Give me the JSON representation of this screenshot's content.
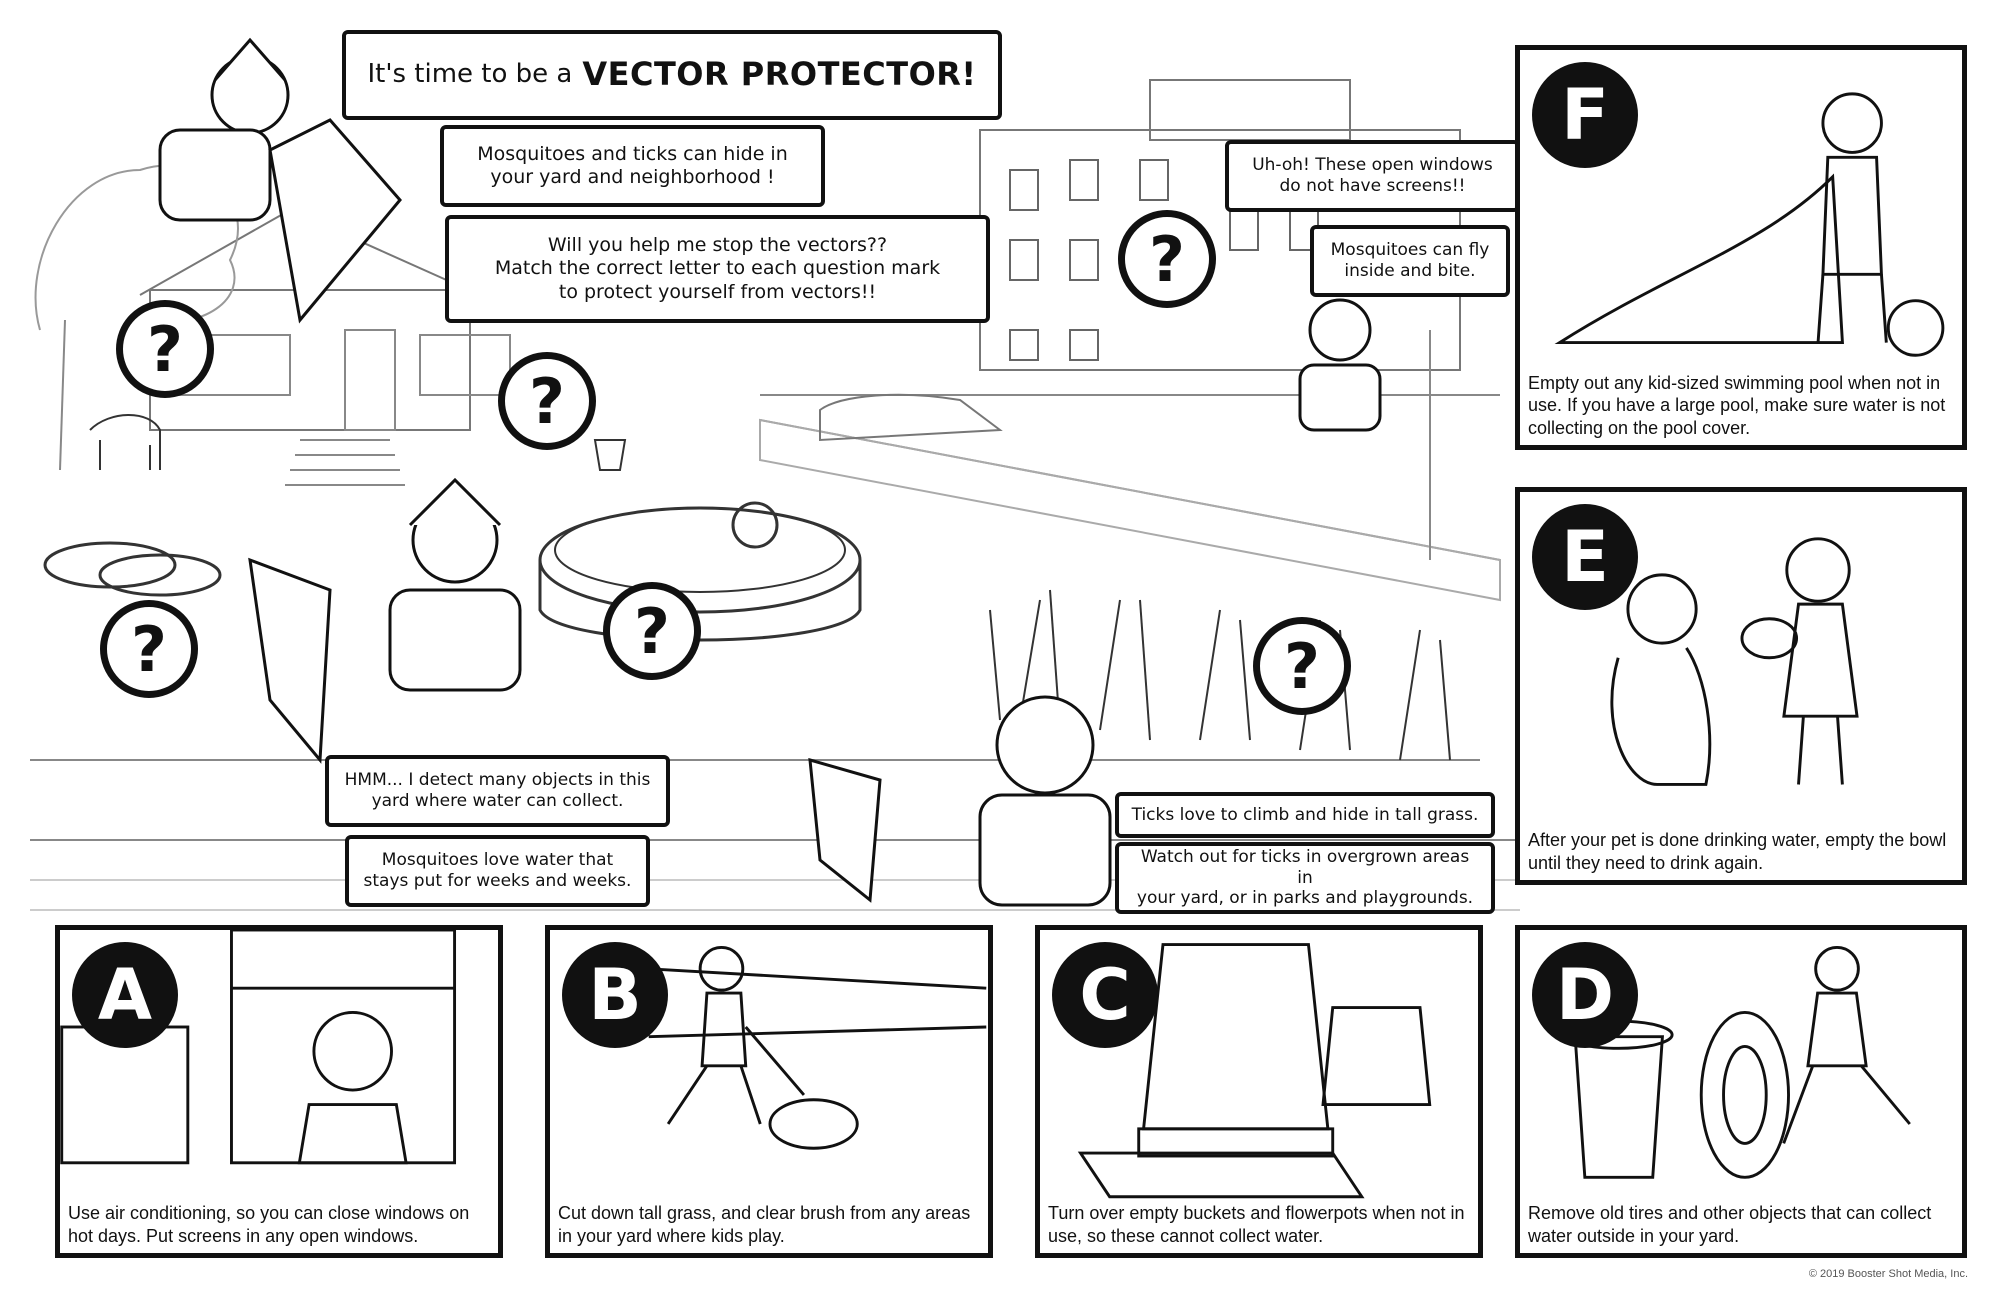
{
  "bubbles": {
    "title_prefix": "It's time to be a",
    "title_big": "VECTOR PROTECTOR!",
    "hide": [
      "Mosquitoes and ticks can hide in",
      "your yard and neighborhood !"
    ],
    "help": [
      "Will you help me stop the vectors??",
      "Match the correct letter to each question mark",
      "to protect yourself from vectors!!"
    ],
    "windows": [
      "Uh-oh! These open windows",
      "do not have screens!!"
    ],
    "fly": [
      "Mosquitoes can fly",
      "inside and bite."
    ],
    "detect": [
      "HMM... I detect many objects in this",
      "yard where water can collect."
    ],
    "stays": [
      "Mosquitoes love water that",
      "stays put for weeks and weeks."
    ],
    "climb": [
      "Ticks love to climb and hide in tall grass."
    ],
    "watch": [
      "Watch out for ticks in overgrown areas in",
      "your yard, or in parks and playgrounds."
    ]
  },
  "question_mark": "?",
  "panels": {
    "A": {
      "letter": "A",
      "caption": "Use air conditioning, so you can close windows on hot days. Put screens in any open windows."
    },
    "B": {
      "letter": "B",
      "caption": "Cut down tall grass, and clear brush from any areas in your yard where kids play."
    },
    "C": {
      "letter": "C",
      "caption": "Turn over empty buckets and flowerpots when not in use, so these cannot collect water."
    },
    "D": {
      "letter": "D",
      "caption": "Remove old tires and other objects that can collect water outside in your yard."
    },
    "E": {
      "letter": "E",
      "caption": "After your pet is done drinking water, empty the bowl until they need to drink again."
    },
    "F": {
      "letter": "F",
      "caption": "Empty out any kid-sized swimming pool when not in use. If you have a large pool, make sure water is not collecting on the pool cover."
    }
  },
  "copyright": "© 2019 Booster Shot Media, Inc."
}
